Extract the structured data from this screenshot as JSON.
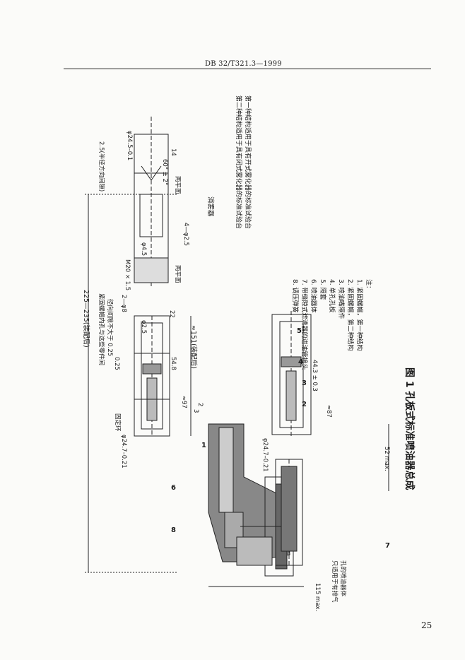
{
  "header": {
    "doc_code": "DB 32/T321.3—1999"
  },
  "page_number": "25",
  "figure": {
    "caption": "图 1    孔板式标准喷油器总成",
    "notes": [
      "注：",
      "1. 紧固螺帽，第一种结构",
      "2. 紧固螺帽，第二种结构",
      "3. 喷油嘴隔件",
      "4. 单孔孔板",
      "5. 隔套",
      "6. 喷油器体",
      "7. 带缝隙式滤清器的进油管接头",
      "8. 调压弹簧"
    ],
    "structure_notes": [
      "第一种结构适用于具有开式雾化器的标准试验台",
      "第二种结构适用于具有闭式雾化器的标准试验台"
    ],
    "labels": {
      "assembled_length": "225—235(装配后)",
      "approx_assembled": "≈151(装配后)",
      "atomizer": "消雾器",
      "two_flats_a": "两平面",
      "two_flats_b": "两平面",
      "radial_gap": "2.5(半径方向间隙)",
      "hole_gap_1": "紧固螺帽内孔与这些零件间",
      "hole_gap_2": "径向间隙不大于 0.25",
      "retaining_ring": "固定环",
      "exhaust_1": "只适用于有排气",
      "exhaust_2": "孔的喷油器体",
      "dim_115": "115 max.",
      "dim_52": "52 max.",
      "dim_97": "≈97",
      "dim_87": "≈87",
      "dim_548": "54.8",
      "dim_443": "44.3 ± 0.3",
      "dim_22": "22",
      "dim_2phi8": "2—φ8",
      "dim_4phi25": "4—φ2.5",
      "dim_m20": "M20 × 1.5",
      "dim_60": "60° ± 2°",
      "dim_phi247": "φ24.7–0.21",
      "dim_phi245": "φ24.5–0.1",
      "dim_phi45": "φ4.5",
      "dim_phi25": "φ2.5",
      "dim_2": "2",
      "dim_3": "3",
      "dim_14": "14",
      "dim_025": "0.25"
    },
    "callouts": [
      "1",
      "2",
      "3",
      "4",
      "5",
      "6",
      "7",
      "8"
    ]
  }
}
